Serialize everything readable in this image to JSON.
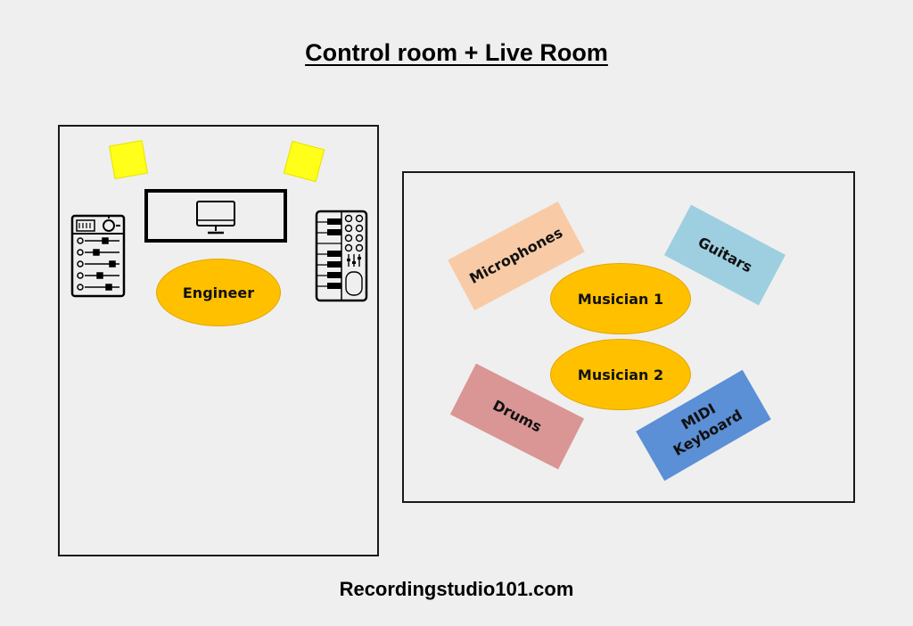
{
  "title": "Control room +  Live Room",
  "footer": "Recordingstudio101.com",
  "control_room": {
    "person": "Engineer",
    "icons": [
      "mixer-icon",
      "computer-monitor-icon",
      "midi-controller-icon",
      "speaker-icon",
      "speaker-icon"
    ]
  },
  "live_room": {
    "musicians": [
      "Musician 1",
      "Musician 2"
    ],
    "stations": [
      {
        "label": "Microphones",
        "color": "#f8cba6"
      },
      {
        "label": "Guitars",
        "color": "#9dcfe0"
      },
      {
        "label": "Drums",
        "color": "#d99694"
      },
      {
        "label": "MIDI Keyboard",
        "label_line1": "MIDI",
        "label_line2": "Keyboard",
        "color": "#5b8fd6"
      }
    ]
  },
  "colors": {
    "background": "#efefef",
    "speaker": "#ffff1a",
    "person": "#ffc000"
  }
}
